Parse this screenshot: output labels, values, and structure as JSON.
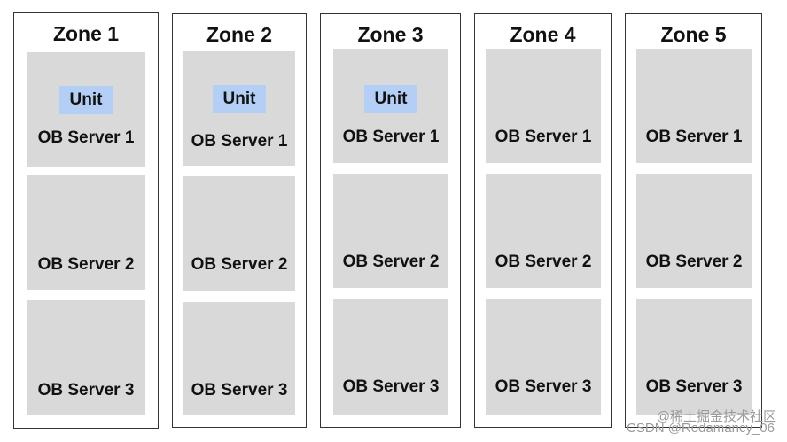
{
  "colors": {
    "server_fill": "#d9d9d9",
    "unit_fill": "#b4cff5",
    "zone_border": "#333333"
  },
  "zones": [
    {
      "title": "Zone 1",
      "servers": [
        "OB Server 1",
        "OB Server 2",
        "OB Server 3"
      ],
      "unit_label": "Unit"
    },
    {
      "title": "Zone 2",
      "servers": [
        "OB Server 1",
        "OB Server 2",
        "OB Server 3"
      ],
      "unit_label": "Unit"
    },
    {
      "title": "Zone 3",
      "servers": [
        "OB Server 1",
        "OB Server 2",
        "OB Server 3"
      ],
      "unit_label": "Unit"
    },
    {
      "title": "Zone 4",
      "servers": [
        "OB Server 1",
        "OB Server 2",
        "OB Server 3"
      ]
    },
    {
      "title": "Zone 5",
      "servers": [
        "OB Server 1",
        "OB Server 2",
        "OB Server 3"
      ]
    }
  ],
  "watermark": {
    "line1": "@稀土掘金技术社区",
    "line2": "CSDN @Rodamancy_06"
  }
}
